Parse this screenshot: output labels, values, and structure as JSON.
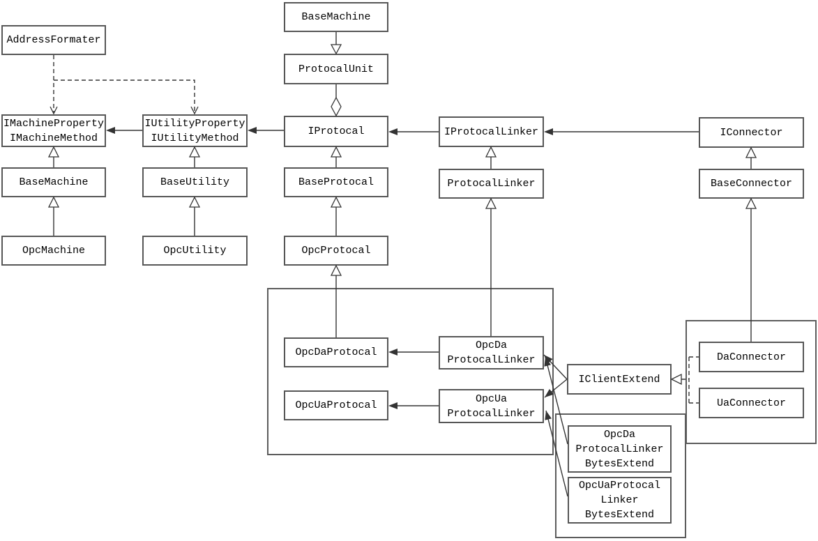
{
  "diagram_type": "uml-class-diagram",
  "colors": {
    "background": "#ffffff",
    "box_border": "#565656",
    "box_fill": "#ffffff",
    "line": "#333333",
    "text": "#000000"
  },
  "nodes": {
    "address_formater": {
      "label": "AddressFormater"
    },
    "base_machine_top": {
      "label": "BaseMachine"
    },
    "protocal_unit": {
      "label": "ProtocalUnit"
    },
    "i_machine": {
      "label": "IMachineProperty\nIMachineMethod"
    },
    "i_utility": {
      "label": "IUtilityProperty\nIUtilityMethod"
    },
    "i_protocal": {
      "label": "IProtocal"
    },
    "i_protocal_linker": {
      "label": "IProtocalLinker"
    },
    "i_connector": {
      "label": "IConnector"
    },
    "base_machine": {
      "label": "BaseMachine"
    },
    "base_utility": {
      "label": "BaseUtility"
    },
    "base_protocal": {
      "label": "BaseProtocal"
    },
    "protocal_linker": {
      "label": "ProtocalLinker"
    },
    "base_connector": {
      "label": "BaseConnector"
    },
    "opc_machine": {
      "label": "OpcMachine"
    },
    "opc_utility": {
      "label": "OpcUtility"
    },
    "opc_protocal": {
      "label": "OpcProtocal"
    },
    "opc_da_protocal": {
      "label": "OpcDaProtocal"
    },
    "opc_ua_protocal": {
      "label": "OpcUaProtocal"
    },
    "opc_da_protocal_linker": {
      "label": "OpcDa\nProtocalLinker"
    },
    "opc_ua_protocal_linker": {
      "label": "OpcUa\nProtocalLinker"
    },
    "i_client_extend": {
      "label": "IClientExtend"
    },
    "da_connector": {
      "label": "DaConnector"
    },
    "ua_connector": {
      "label": "UaConnector"
    },
    "opc_da_protocal_linker_bytes_extend": {
      "label": "OpcDa\nProtocalLinker\nBytesExtend"
    },
    "opc_ua_protocal_linker_bytes_extend": {
      "label": "OpcUaProtocal\nLinker\nBytesExtend"
    }
  },
  "edges": [
    {
      "from": "AddressFormater",
      "to": "IMachineProperty IMachineMethod",
      "type": "dashed-dependency"
    },
    {
      "from": "AddressFormater",
      "to": "IUtilityProperty IUtilityMethod",
      "type": "dashed-dependency"
    },
    {
      "from": "BaseMachine",
      "to": "ProtocalUnit",
      "type": "generalization"
    },
    {
      "from": "ProtocalUnit",
      "to": "IProtocal",
      "type": "aggregation-diamond"
    },
    {
      "from": "IUtilityProperty IUtilityMethod",
      "to": "IMachineProperty IMachineMethod",
      "type": "filled-arrow"
    },
    {
      "from": "IProtocal",
      "to": "IUtilityProperty IUtilityMethod",
      "type": "filled-arrow"
    },
    {
      "from": "IProtocalLinker",
      "to": "IProtocal",
      "type": "filled-arrow"
    },
    {
      "from": "IConnector",
      "to": "IProtocalLinker",
      "type": "filled-arrow"
    },
    {
      "from": "BaseMachine",
      "to": "IMachineProperty IMachineMethod",
      "type": "generalization"
    },
    {
      "from": "OpcMachine",
      "to": "BaseMachine",
      "type": "generalization"
    },
    {
      "from": "BaseUtility",
      "to": "IUtilityProperty IUtilityMethod",
      "type": "generalization"
    },
    {
      "from": "OpcUtility",
      "to": "BaseUtility",
      "type": "generalization"
    },
    {
      "from": "BaseProtocal",
      "to": "IProtocal",
      "type": "generalization"
    },
    {
      "from": "OpcProtocal",
      "to": "BaseProtocal",
      "type": "generalization"
    },
    {
      "from": "OpcDaProtocal",
      "to": "OpcProtocal",
      "type": "generalization"
    },
    {
      "from": "ProtocalLinker",
      "to": "IProtocalLinker",
      "type": "generalization"
    },
    {
      "from": "OpcDa ProtocalLinker",
      "to": "ProtocalLinker",
      "type": "generalization"
    },
    {
      "from": "BaseConnector",
      "to": "IConnector",
      "type": "generalization"
    },
    {
      "from": "DaConnector",
      "to": "BaseConnector",
      "type": "generalization"
    },
    {
      "from": "OpcDa ProtocalLinker",
      "to": "OpcDaProtocal",
      "type": "filled-arrow"
    },
    {
      "from": "OpcUa ProtocalLinker",
      "to": "OpcUaProtocal",
      "type": "filled-arrow"
    },
    {
      "from": "IClientExtend",
      "to": "OpcDa ProtocalLinker",
      "type": "filled-arrow"
    },
    {
      "from": "IClientExtend",
      "to": "OpcUa ProtocalLinker",
      "type": "filled-arrow"
    },
    {
      "from": "OpcDa ProtocalLinker BytesExtend",
      "to": "OpcDa ProtocalLinker",
      "type": "filled-arrow"
    },
    {
      "from": "OpcUaProtocal Linker BytesExtend",
      "to": "OpcUa ProtocalLinker",
      "type": "filled-arrow"
    },
    {
      "from": "DaConnector",
      "to": "IClientExtend",
      "type": "dashed-realization"
    },
    {
      "from": "UaConnector",
      "to": "IClientExtend",
      "type": "dashed-realization"
    }
  ]
}
